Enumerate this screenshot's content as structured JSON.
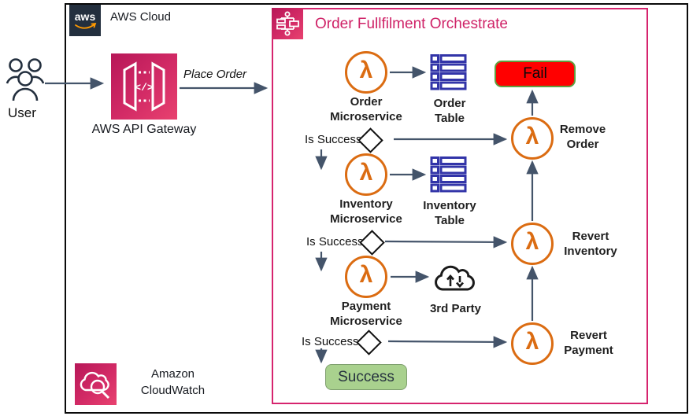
{
  "aws_logo_text": "aws",
  "aws_cloud_label": "AWS Cloud",
  "user_label": "User",
  "api_gateway_label": "AWS API Gateway",
  "api_gateway_glyph": "</>",
  "place_order_label": "Place Order",
  "cloudwatch": {
    "line1": "Amazon",
    "line2": "CloudWatch"
  },
  "orchestrator": {
    "title": "Order Fullfilment Orchestrate",
    "lambda_glyph": "λ",
    "order_ms": {
      "line1": "Order",
      "line2": "Microservice"
    },
    "order_table": {
      "line1": "Order",
      "line2": "Table"
    },
    "fail_label": "Fail",
    "remove_order": {
      "line1": "Remove",
      "line2": "Order"
    },
    "is_success_1": "Is Success",
    "inventory_ms": {
      "line1": "Inventory",
      "line2": "Microservice"
    },
    "inventory_table": {
      "line1": "Inventory",
      "line2": "Table"
    },
    "revert_inventory": {
      "line1": "Revert",
      "line2": "Inventory"
    },
    "is_success_2": "Is Success",
    "payment_ms": {
      "line1": "Payment",
      "line2": "Microservice"
    },
    "third_party_label": "3rd Party",
    "revert_payment": {
      "line1": "Revert",
      "line2": "Payment"
    },
    "is_success_3": "Is Success",
    "success_label": "Success"
  },
  "colors": {
    "orchestrator_border": "#d6246e",
    "title_text": "#cf2267",
    "lambda_orange": "#db6c12",
    "table_blue": "#3234a8",
    "fail_red": "#ff0000",
    "fail_border_green": "#5f9e3f",
    "success_green": "#a9d18e",
    "arrow_slate": "#44546a",
    "aws_navy": "#232f3e",
    "icon_pink_dark": "#b71758",
    "icon_pink_light": "#e8426f"
  }
}
